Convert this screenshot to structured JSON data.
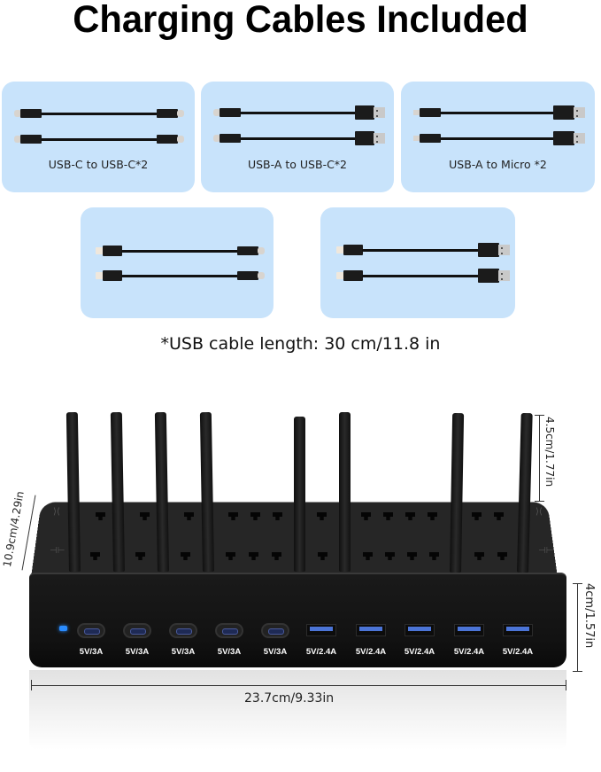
{
  "title": "Charging Cables Included",
  "panels": [
    {
      "label": "USB-C to USB-C*2",
      "left_end": "usb-c",
      "right_end": "usb-c"
    },
    {
      "label": "USB-A to USB-C*2",
      "left_end": "usb-c",
      "right_end": "usb-a"
    },
    {
      "label": "USB-A to Micro *2",
      "left_end": "micro-usb",
      "right_end": "usb-a"
    },
    {
      "label": "",
      "left_end": "lightning",
      "right_end": "usb-c"
    },
    {
      "label": "",
      "left_end": "lightning",
      "right_end": "usb-a"
    }
  ],
  "note": "*USB cable length: 30 cm/11.8 in",
  "charger": {
    "ports": [
      {
        "type": "usb-c",
        "label": "5V/3A"
      },
      {
        "type": "usb-c",
        "label": "5V/3A"
      },
      {
        "type": "usb-c",
        "label": "5V/3A"
      },
      {
        "type": "usb-c",
        "label": "5V/3A"
      },
      {
        "type": "usb-c",
        "label": "5V/3A"
      },
      {
        "type": "usb-a",
        "label": "5V/2.4A"
      },
      {
        "type": "usb-a",
        "label": "5V/2.4A"
      },
      {
        "type": "usb-a",
        "label": "5V/2.4A"
      },
      {
        "type": "usb-a",
        "label": "5V/2.4A"
      },
      {
        "type": "usb-a",
        "label": "5V/2.4A"
      }
    ],
    "dimensions": {
      "width": "23.7cm/9.33in",
      "depth": "10.9cm/4.29in",
      "divider_height": "4.5cm/1.77in",
      "base_height": "4cm/1.57in"
    },
    "led_color": "#2a8cff"
  },
  "colors": {
    "panel_bg": "#c8e3fb",
    "charger_body": "#1a1a1a",
    "usb_a_insert": "#4b74d6"
  }
}
